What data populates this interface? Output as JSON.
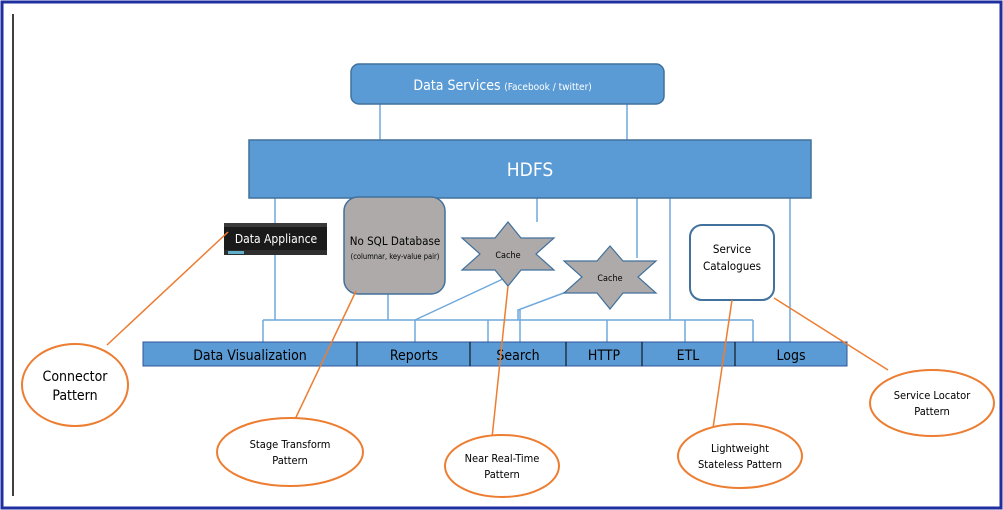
{
  "data_services": {
    "title": "Data Services",
    "subtitle": "(Facebook / twitter)"
  },
  "hdfs": {
    "label": "HDFS"
  },
  "data_appliance": {
    "label": "Data Appliance"
  },
  "nosql": {
    "title": "No SQL Database",
    "subtitle": "(columnar, key-value pair)"
  },
  "cache_1": {
    "label": "Cache"
  },
  "cache_2": {
    "label": "Cache"
  },
  "service_catalogues": {
    "line1": "Service",
    "line2": "Catalogues"
  },
  "bottom_bar": {
    "items": [
      "Data Visualization",
      "Reports",
      "Search",
      "HTTP",
      "ETL",
      "Logs"
    ]
  },
  "patterns": {
    "connector": {
      "line1": "Connector",
      "line2": "Pattern"
    },
    "stage_transform": {
      "line1": "Stage Transform",
      "line2": "Pattern"
    },
    "near_real_time": {
      "line1": "Near Real-Time",
      "line2": "Pattern"
    },
    "lightweight_stateless": {
      "line1": "Lightweight",
      "line2": "Stateless Pattern"
    },
    "service_locator": {
      "line1": "Service Locator",
      "line2": "Pattern"
    }
  },
  "colors": {
    "frame_border": "#1f2fa0",
    "box_fill": "#5b9bd5",
    "box_stroke": "#41719c",
    "connector_line": "#6fa8dc",
    "pattern_orange": "#ed7d31",
    "nosql_fill": "#aeaaaa",
    "appliance_fill": "#1a1a1a"
  }
}
